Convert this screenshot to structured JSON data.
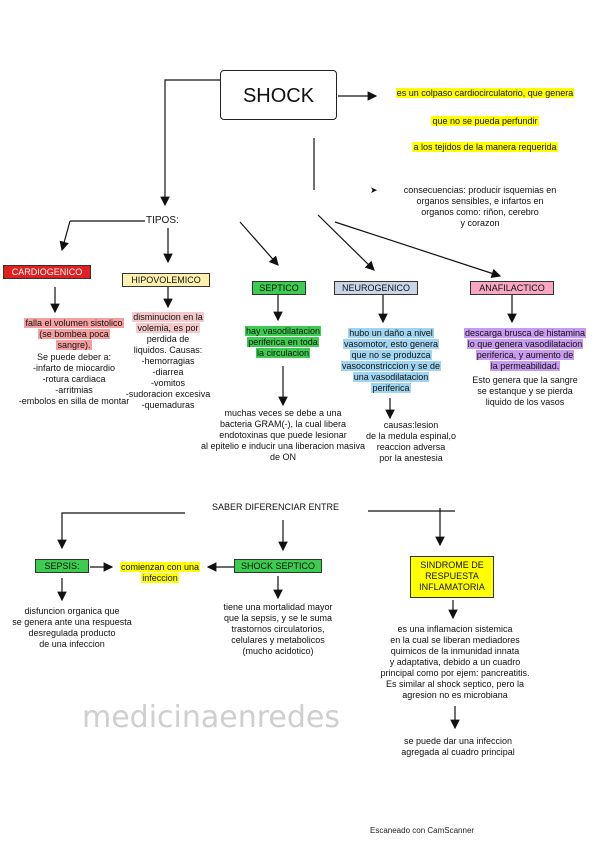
{
  "title": "SHOCK",
  "definition": {
    "lines": [
      "es un colpaso cardiocirculatorio, que genera",
      "que no se pueda perfundir",
      "a los tejidos de la manera requerida"
    ],
    "highlight": "#ffff00"
  },
  "consequences": {
    "bullet": "➤",
    "lines": [
      "consecuencias: producir isquemias en",
      "organos sensibles, e infartos en",
      "organos como: riñon, cerebro",
      "y corazon"
    ]
  },
  "tipos_label": "TIPOS:",
  "types": [
    {
      "label": "CARDIOGENICO",
      "color": "#e02020",
      "text_color": "#ffffff",
      "desc": [
        "falla el volumen sistolico",
        "(se bombea poca",
        "sangre)."
      ],
      "desc_color": "#f4a0a0",
      "extra": [
        "Se puede deber a:",
        "-infarto de miocardio",
        "-rotura cardiaca",
        "-arritmias",
        "-embolos en silla de montar"
      ]
    },
    {
      "label": "HIPOVOLEMICO",
      "color": "#fff2b0",
      "text_color": "#111111",
      "desc": [
        "disminucion en la",
        "volemia, es por",
        "perdida de",
        "liquidos. Causas:",
        "-hemorragias",
        "-diarrea",
        "-vomitos",
        "-sudoracion excesiva",
        "-quemaduras"
      ],
      "desc_color": "#f5c9c9"
    },
    {
      "label": "SEPTICO",
      "color": "#3ccc50",
      "text_color": "#111111",
      "desc": [
        "hay vasodilatacion",
        "periferica en toda",
        "la circulacion"
      ],
      "desc_color": "#3ccc50",
      "extra": [
        "muchas veces se debe a una",
        "bacteria GRAM(-), la cual libera",
        "endotoxinas que puede lesionar",
        "al epitelio e inducir una liberacion masiva",
        "de ON"
      ]
    },
    {
      "label": "NEUROGENICO",
      "color": "#c8d6ea",
      "text_color": "#111111",
      "desc": [
        "hubo un daño a nivel",
        "vasomotor, esto genera",
        "que no se produzca",
        "vasoconstriccion y se de",
        "una vasodilatacion",
        "periferica"
      ],
      "desc_color": "#9fd5f0",
      "extra": [
        "causas:lesion",
        "de la medula espinal,o",
        "reaccion adversa",
        "por la anestesia"
      ]
    },
    {
      "label": "ANAFILACTICO",
      "color": "#f7a8c0",
      "text_color": "#111111",
      "desc": [
        "descarga brusca de histamina",
        "lo que genera vasodilatacion",
        "periferica, y aumento de",
        "la permeabilidad."
      ],
      "desc_color": "#c89af0",
      "extra": [
        "Esto genera que la sangre",
        "se estanque y se pierda",
        "liquido de los vasos"
      ]
    }
  ],
  "saber": "SABER DIFERENCIAR ENTRE",
  "sepsis": {
    "label": "SEPSIS:",
    "color": "#3ccc50",
    "side": [
      "comienzan con una",
      "infeccion"
    ],
    "side_color": "#ffff00",
    "desc": [
      "disfuncion organica que",
      "se genera ante una respuesta",
      "desregulada producto",
      "de una infeccion"
    ]
  },
  "shock_septico": {
    "label": "SHOCK SEPTICO",
    "color": "#3ccc50",
    "desc": [
      "tiene una mortalidad mayor",
      "que la sepsis, y se le suma",
      "trastornos circulatorios,",
      "celulares y metabolicos",
      "(mucho acidotico)"
    ]
  },
  "sindrome": {
    "label": [
      "SINDROME DE",
      "RESPUESTA",
      "INFLAMATORIA"
    ],
    "color": "#ffff00",
    "desc": [
      "es una inflamacion sistemica",
      "en la cual se liberan mediadores",
      "quimicos de la inmunidad innata",
      "y adaptativa, debido a un cuadro",
      "principal como por ejem: pancreatitis.",
      "Es similar al shock septico, pero la",
      "agresion no es microbiana"
    ],
    "extra": [
      "se puede dar una infeccion",
      "agregada al cuadro principal"
    ]
  },
  "watermark": "medicinaenredes",
  "footer": "Escaneado con CamScanner"
}
